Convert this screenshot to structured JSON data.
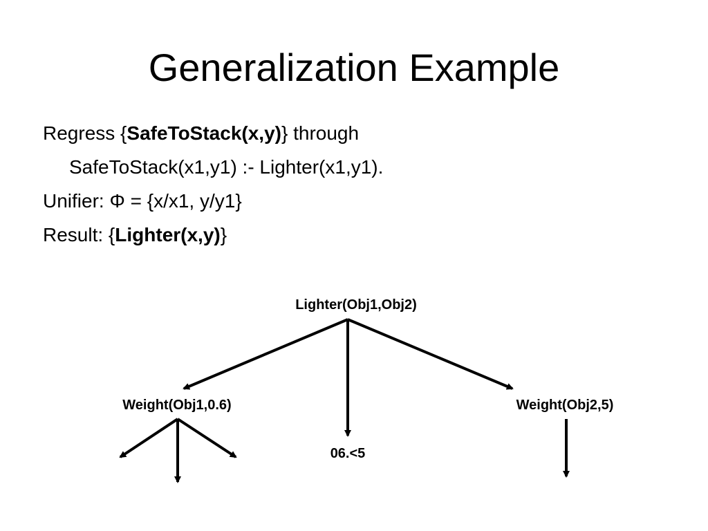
{
  "slide": {
    "title": "Generalization Example",
    "lines": {
      "regress": {
        "prefix": "Regress {",
        "bold": "SafeToStack(x,y)",
        "suffix": "} through"
      },
      "rule": "SafeToStack(x1,y1) :- Lighter(x1,y1).",
      "unifier": "Unifier: Φ = {x/x1, y/y1}",
      "result": {
        "prefix": "Result: {",
        "bold": "Lighter(x,y)",
        "suffix": "}"
      }
    }
  },
  "diagram": {
    "root": "Lighter(Obj1,Obj2)",
    "left": "Weight(Obj1,0.6)",
    "middle": "06.<5",
    "right": "Weight(Obj2,5)"
  }
}
